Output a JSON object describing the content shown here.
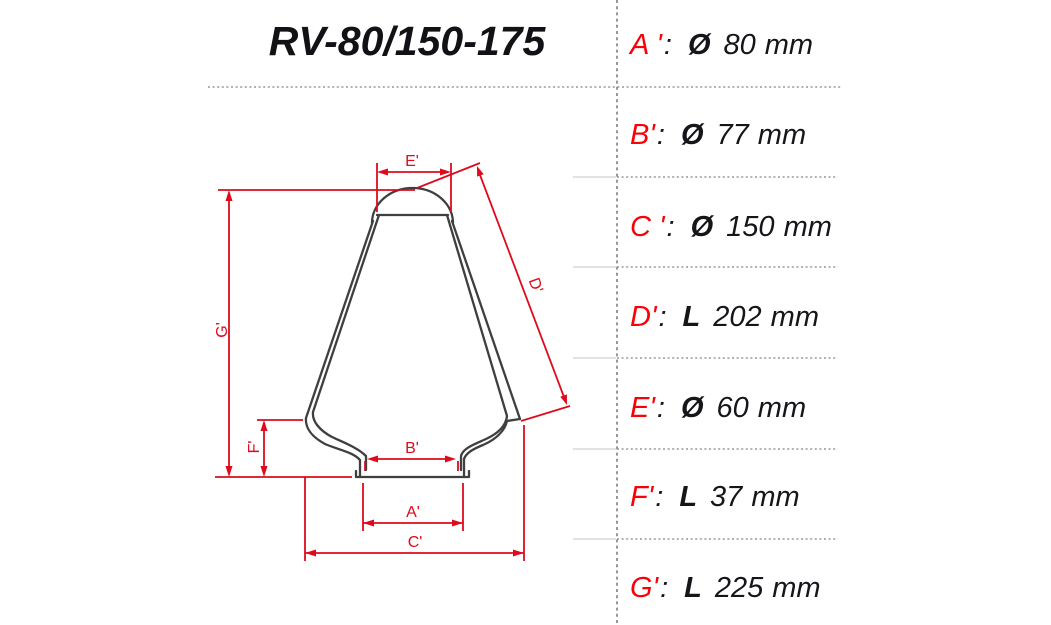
{
  "title": "RV-80/150-175",
  "spec_table": {
    "rows": [
      {
        "label": "A '",
        "colon": ":",
        "symbol": "Ø",
        "value": "80",
        "unit": "mm"
      },
      {
        "label": "B'",
        "colon": ":",
        "symbol": "Ø",
        "value": "77",
        "unit": "mm"
      },
      {
        "label": "C '",
        "colon": ":",
        "symbol": "Ø",
        "value": "150",
        "unit": "mm"
      },
      {
        "label": "D'",
        "colon": ":",
        "symbol": "L",
        "value": "202",
        "unit": "mm"
      },
      {
        "label": "E'",
        "colon": ":",
        "symbol": "Ø",
        "value": "60",
        "unit": "mm"
      },
      {
        "label": "F'",
        "colon": ":",
        "symbol": "L",
        "value": "37",
        "unit": "mm"
      },
      {
        "label": "G'",
        "colon": ":",
        "symbol": "L",
        "value": "225",
        "unit": "mm"
      }
    ]
  },
  "drawing": {
    "dimension_labels": {
      "a": "A'",
      "b": "B'",
      "c": "C'",
      "d": "D'",
      "e": "E'",
      "f": "F'",
      "g": "G'"
    }
  },
  "colors": {
    "label_red": "#fb0007",
    "dimension_red": "#dd0b1c",
    "profile_dark": "#3f3f3f",
    "divider_gray": "#999999",
    "divider_light": "#d9d9d9",
    "text_black": "#16161a"
  }
}
